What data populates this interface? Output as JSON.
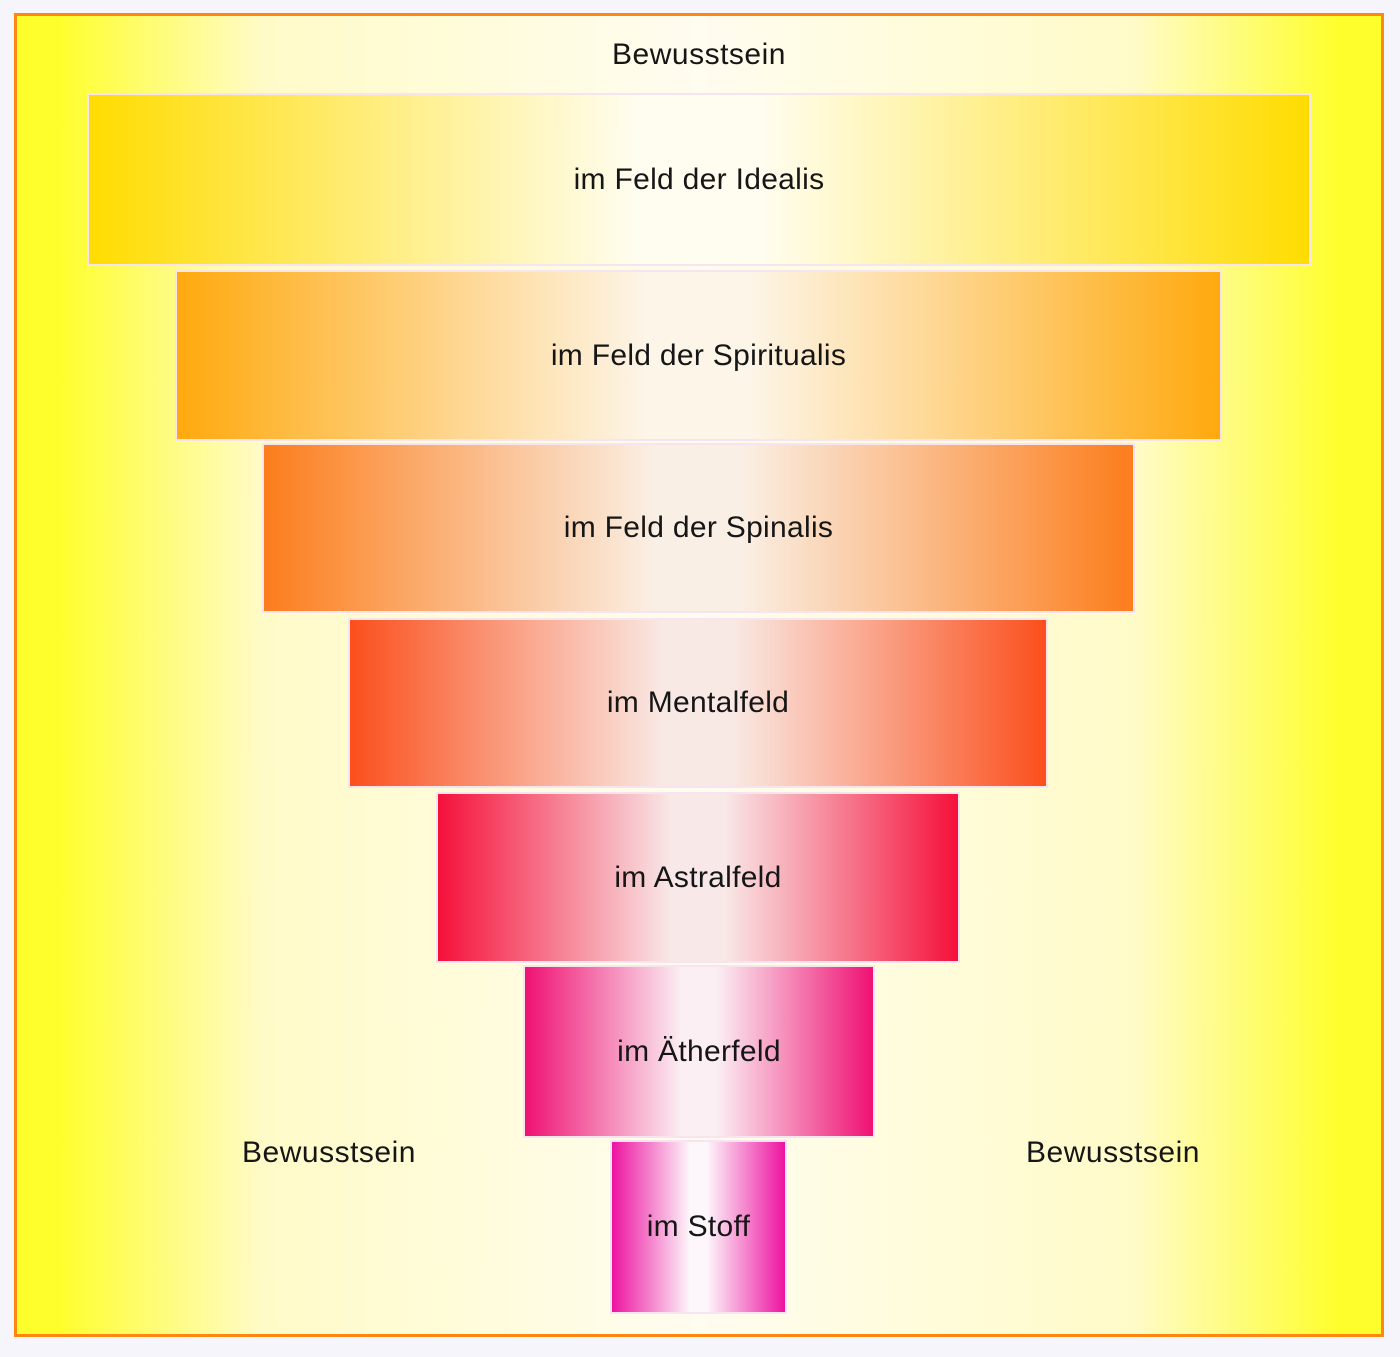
{
  "title": "Bewusstsein",
  "side_labels": {
    "left": "Bewusstsein",
    "right": "Bewusstsein"
  },
  "funnel": {
    "levels": [
      {
        "id": "idealis",
        "label": "im Feld der Idealis",
        "edge_color": "#FFDC00",
        "center_color": "#FFFDF0"
      },
      {
        "id": "spiritualis",
        "label": "im Feld der Spiritualis",
        "edge_color": "#FFA90E",
        "center_color": "#FDF5E8"
      },
      {
        "id": "spinalis",
        "label": "im Feld der Spinalis",
        "edge_color": "#FC7D1C",
        "center_color": "#FAEFE4"
      },
      {
        "id": "mentalfeld",
        "label": "im Mentalfeld",
        "edge_color": "#FB4F1C",
        "center_color": "#F9E9E4"
      },
      {
        "id": "astralfeld",
        "label": "im Astralfeld",
        "edge_color": "#F5103A",
        "center_color": "#F8E9E8"
      },
      {
        "id": "aetherfeld",
        "label": "im Ätherfeld",
        "edge_color": "#EF1173",
        "center_color": "#FBEFF3"
      },
      {
        "id": "stoff",
        "label": "im Stoff",
        "edge_color": "#ED13A0",
        "center_color": "#FDF6FA"
      }
    ]
  },
  "colors": {
    "frame_border": "#FF870F",
    "background_edge": "#FEFE2C",
    "background_mid": "#FFFBC8",
    "background_center": "#FFFCF0",
    "bar_border": "#F8E4EF",
    "text": "#161616",
    "page_background": "#F7F5FC"
  }
}
